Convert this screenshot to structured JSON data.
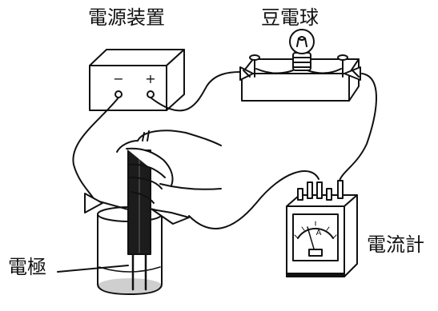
{
  "labels": {
    "power_supply": "電源装置",
    "bulb": "豆電球",
    "ammeter": "電流計",
    "electrode": "電極"
  },
  "power_supply": {
    "minus": "−",
    "plus": "+"
  },
  "ammeter": {
    "unit": "A"
  }
}
